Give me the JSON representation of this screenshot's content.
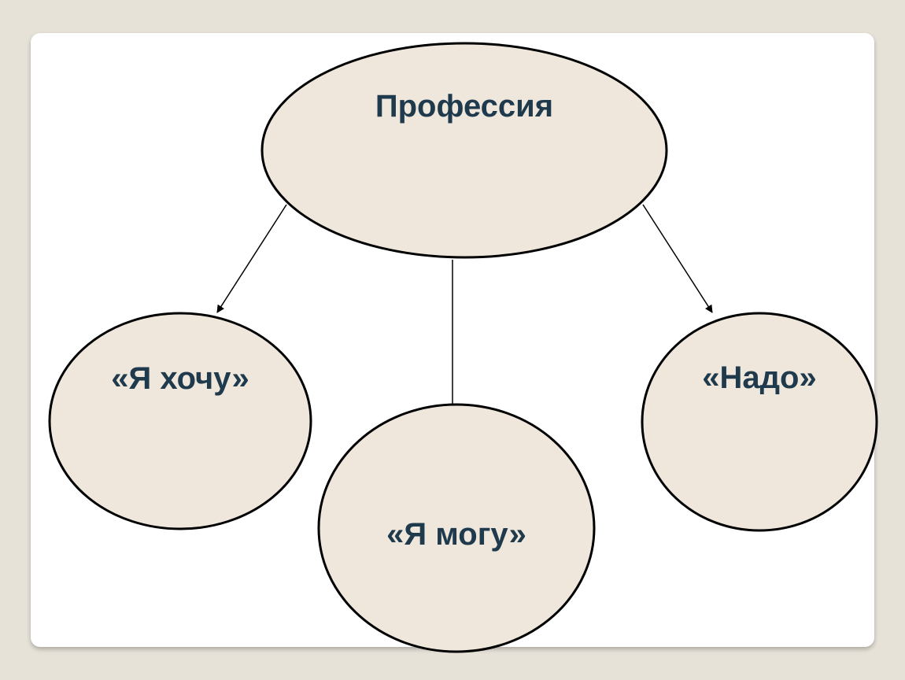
{
  "diagram": {
    "root": {
      "label": "Профессия"
    },
    "children": [
      {
        "label": "«Я хочу»"
      },
      {
        "label": "«Я могу»"
      },
      {
        "label": "«Надо»"
      }
    ]
  },
  "colors": {
    "background": "#e7e2d8",
    "slide": "#ffffff",
    "node_fill": "#efe7dc",
    "node_stroke": "#000000",
    "text": "#1f3a4d"
  }
}
